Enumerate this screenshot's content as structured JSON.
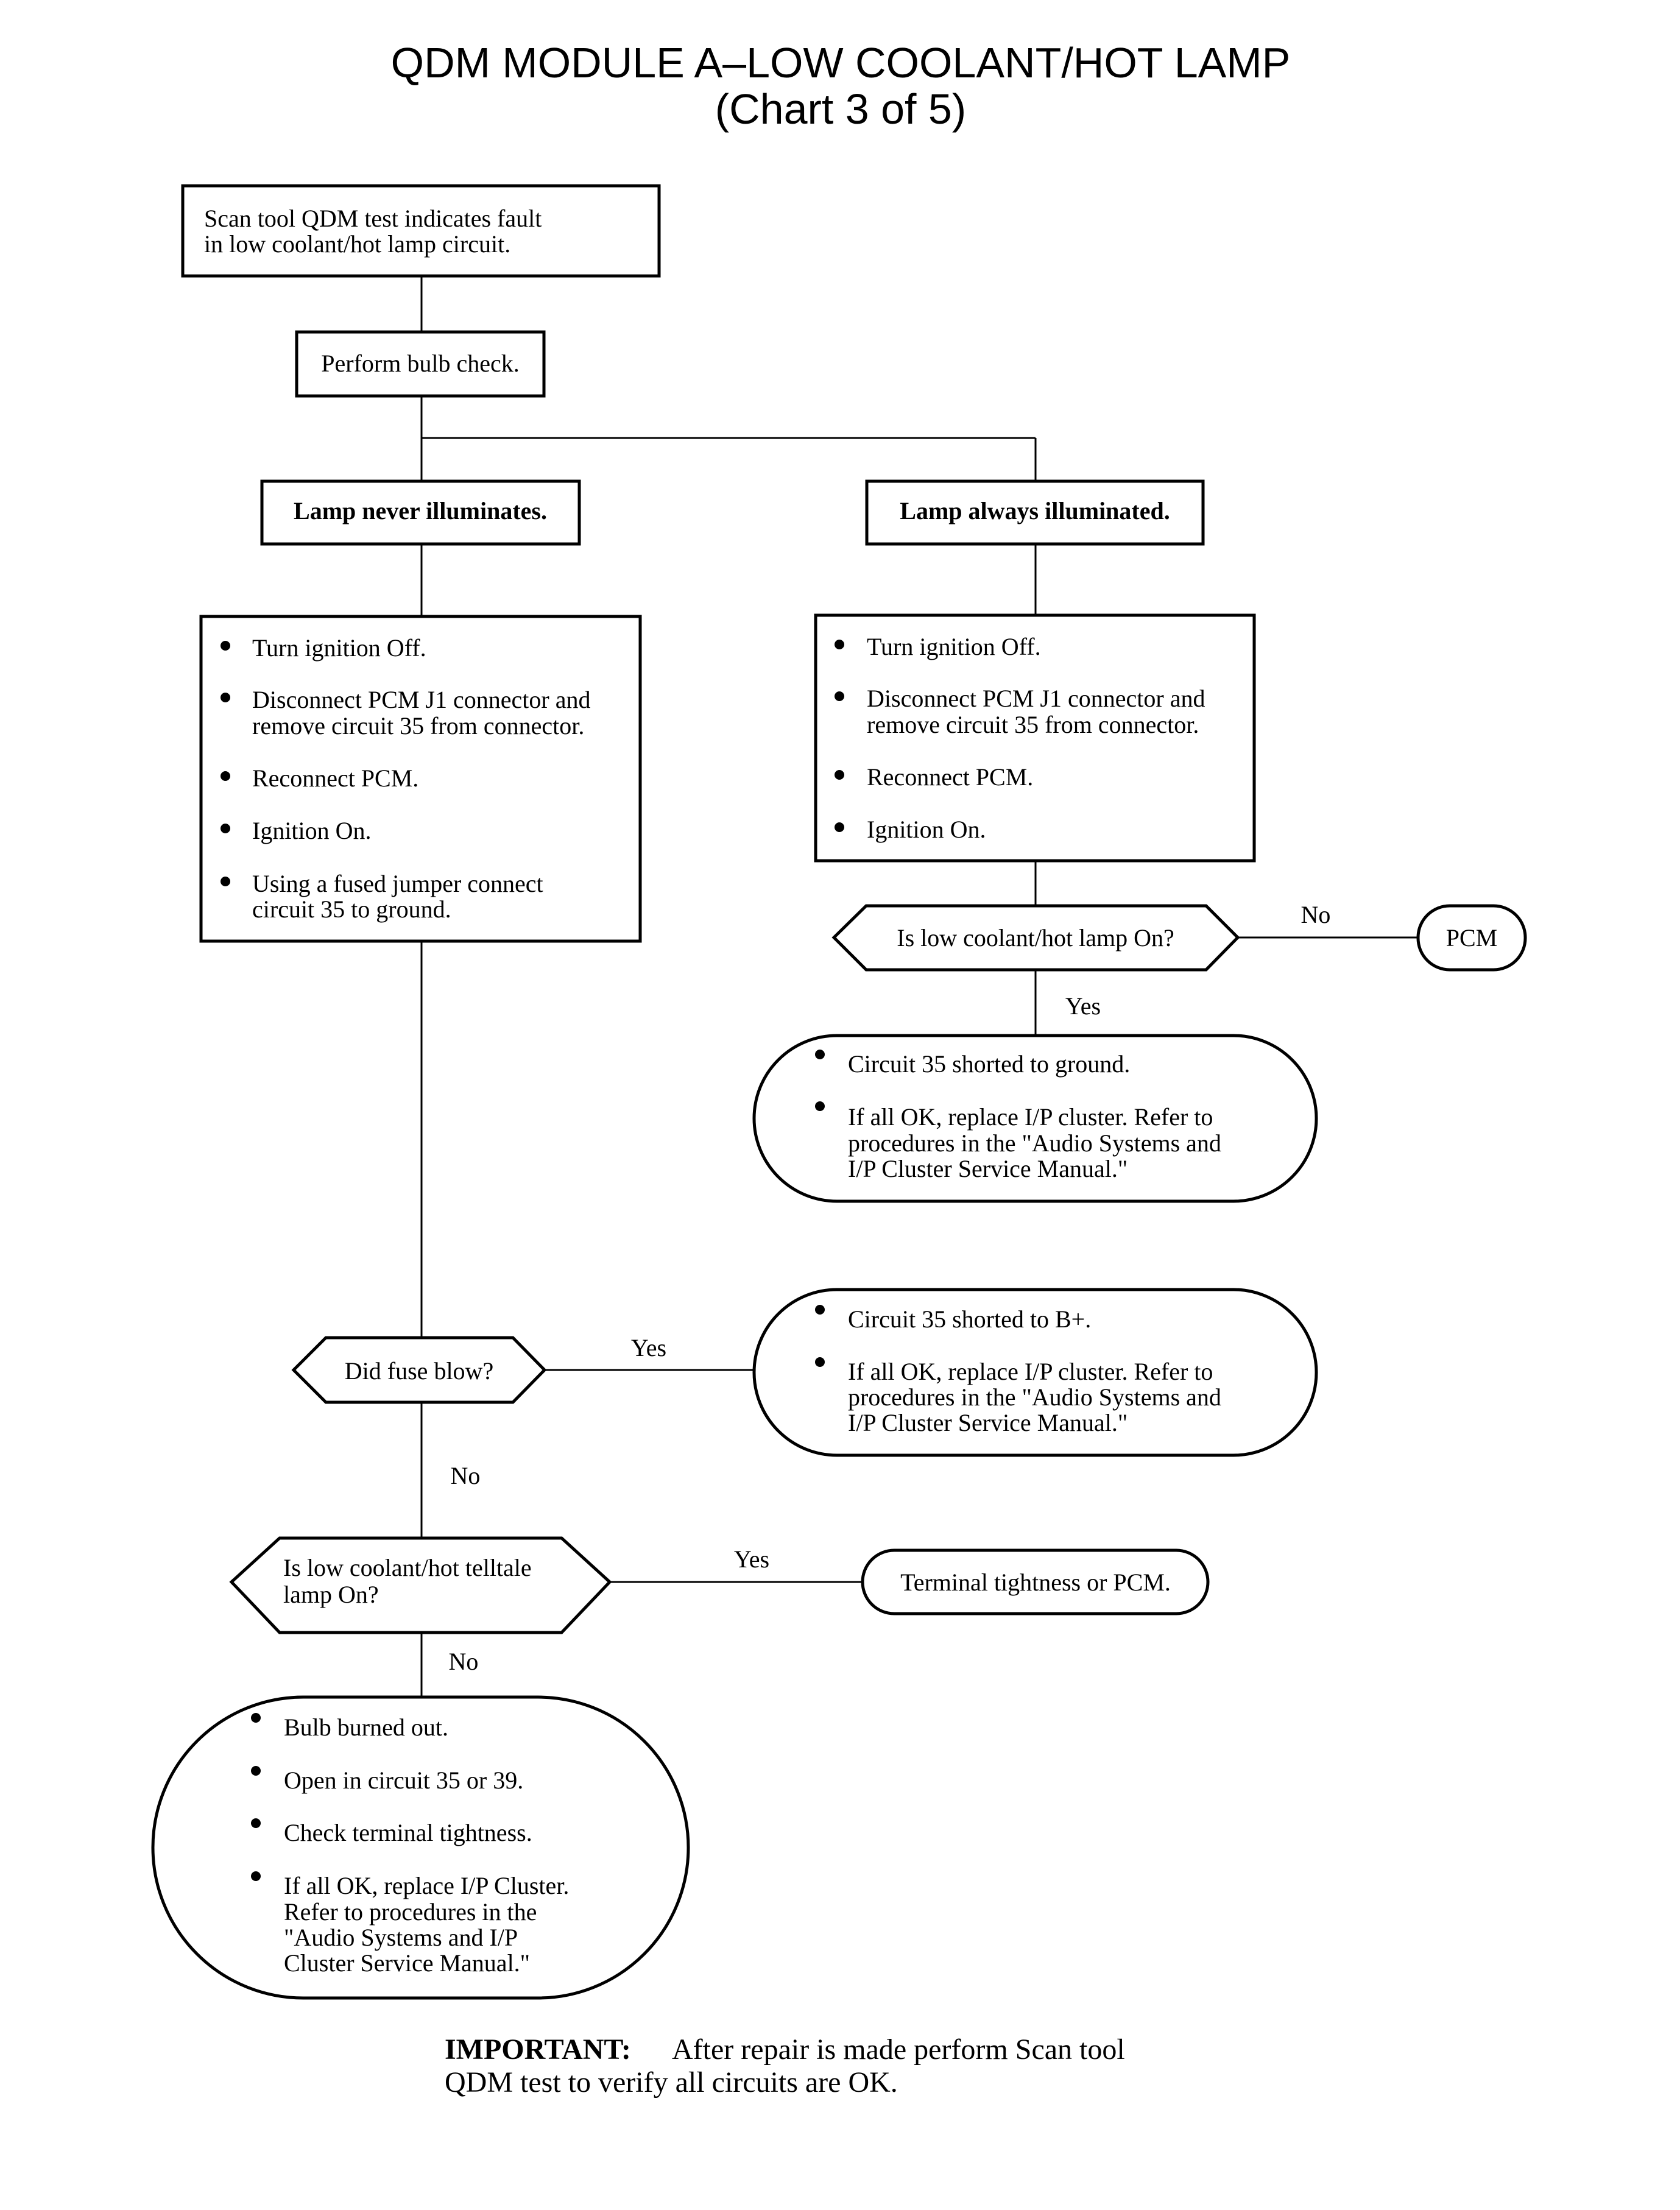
{
  "title": {
    "line1": "QDM MODULE A–LOW COOLANT/HOT LAMP",
    "line2": "(Chart 3 of 5)"
  },
  "start": {
    "line1": "Scan tool QDM test indicates fault",
    "line2": "in low coolant/hot lamp circuit."
  },
  "bulb_check": "Perform bulb check.",
  "never": "Lamp never illuminates.",
  "always": "Lamp always illuminated.",
  "left_steps": {
    "s1": "Turn ignition Off.",
    "s2a": "Disconnect PCM J1 connector and",
    "s2b": "remove circuit 35 from connector.",
    "s3": "Reconnect PCM.",
    "s4": "Ignition On.",
    "s5a": "Using a fused jumper connect",
    "s5b": "circuit 35 to ground."
  },
  "right_steps": {
    "s1": "Turn ignition Off.",
    "s2a": "Disconnect PCM J1 connector and",
    "s2b": "remove circuit 35 from connector.",
    "s3": "Reconnect PCM.",
    "s4": "Ignition On."
  },
  "q_lamp_on": "Is low coolant/hot lamp On?",
  "no": "No",
  "yes": "Yes",
  "pcm": "PCM",
  "ground_result": {
    "b1": "Circuit 35 shorted to ground.",
    "b2a": "If all OK, replace I/P cluster. Refer to",
    "b2b": "procedures in the \"Audio Systems and",
    "b2c": "I/P Cluster Service Manual.\""
  },
  "q_fuse": "Did fuse blow?",
  "bplus_result": {
    "b1": "Circuit 35 shorted to B+.",
    "b2a": "If all OK, replace I/P cluster. Refer to",
    "b2b": "procedures in the \"Audio Systems and",
    "b2c": "I/P Cluster Service Manual.\""
  },
  "q_telltale": {
    "line1": "Is low coolant/hot telltale",
    "line2": "lamp On?"
  },
  "terminal": "Terminal tightness or PCM.",
  "final_result": {
    "b1": "Bulb burned out.",
    "b2": "Open in circuit 35 or 39.",
    "b3": "Check terminal tightness.",
    "b4a": "If all OK, replace I/P Cluster.",
    "b4b": "Refer to procedures in the",
    "b4c": "\"Audio Systems and I/P",
    "b4d": "Cluster Service Manual.\""
  },
  "important": {
    "label": "IMPORTANT:",
    "line1": "After repair is made perform Scan tool",
    "line2": "QDM test to verify all circuits are OK."
  }
}
